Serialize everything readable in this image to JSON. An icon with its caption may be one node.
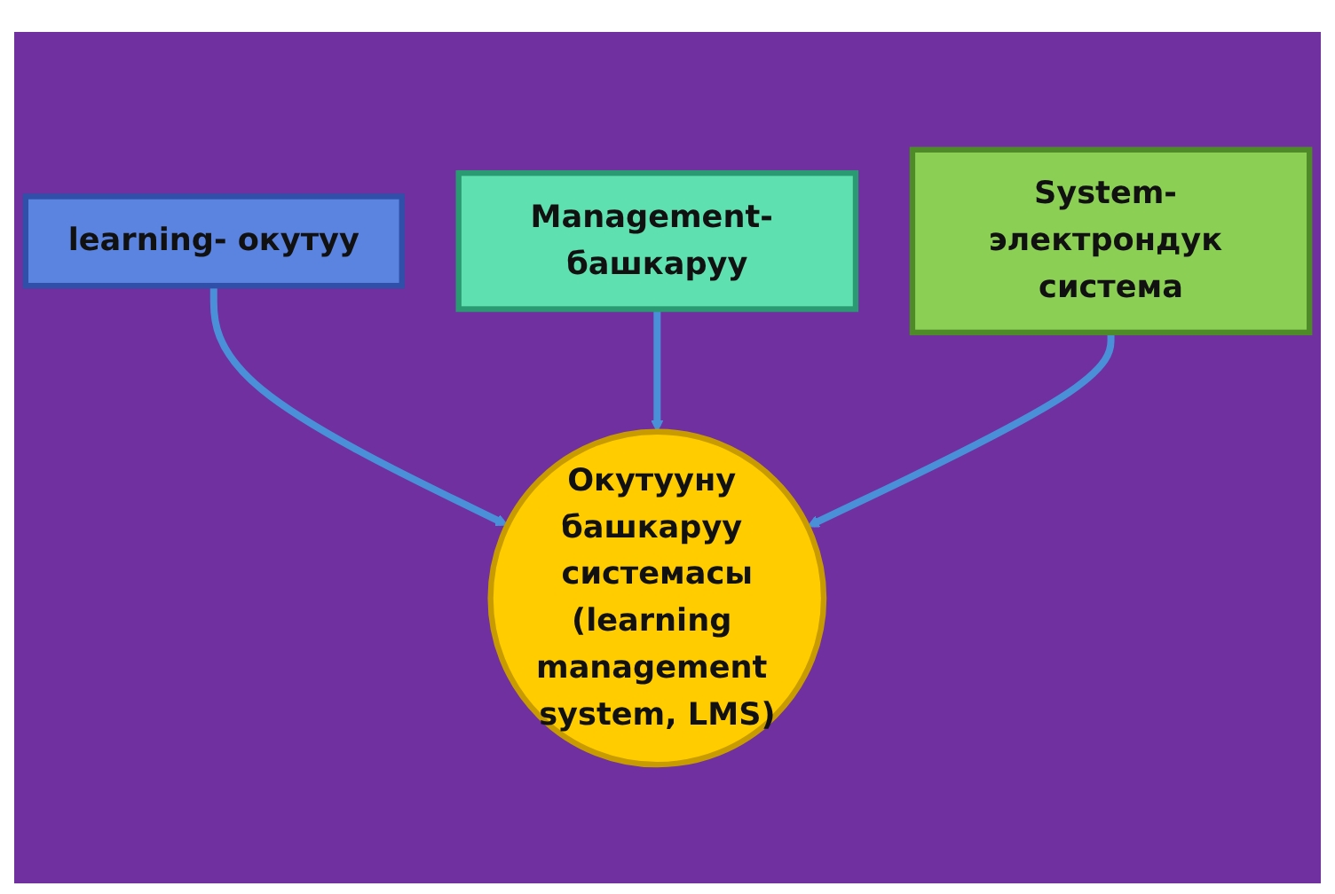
{
  "diagram": {
    "nodes": [
      {
        "text": [
          "learning- окутуу"
        ]
      },
      {
        "text": [
          "Management- башкаруу"
        ]
      },
      {
        "text": [
          "System- электрондук система"
        ]
      },
      {
        "text": [
          "Окутууну башкаруу системасы",
          "(learning management system, LMS)"
        ]
      }
    ],
    "edges": [
      {
        "from": 0,
        "to": 3,
        "arrow": "to"
      },
      {
        "from": 1,
        "to": 3,
        "arrow": "to"
      },
      {
        "from": 2,
        "to": 3,
        "arrow": "to"
      }
    ]
  }
}
